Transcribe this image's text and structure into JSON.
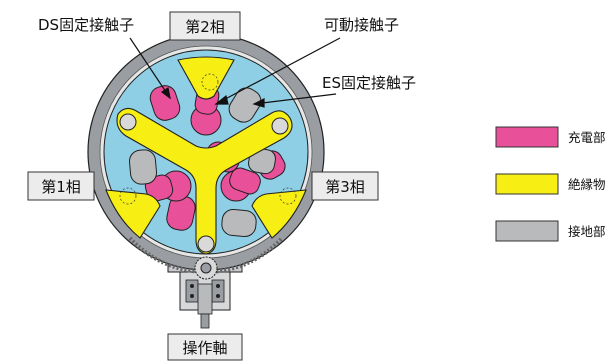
{
  "labels": {
    "ds_fixed_contact": "DS固定接触子",
    "movable_contact": "可動接触子",
    "es_fixed_contact": "ES固定接触子",
    "phase2": "第2相",
    "phase1": "第1相",
    "phase3": "第3相",
    "operating_shaft": "操作軸"
  },
  "legend": [
    {
      "key": "charged",
      "label": "充電部",
      "color": "#e8509a"
    },
    {
      "key": "insulator",
      "label": "絶縁物",
      "color": "#f7ee13"
    },
    {
      "key": "ground",
      "label": "接地部",
      "color": "#b9babc"
    }
  ],
  "colors": {
    "casing": "#9a9ea3",
    "interior": "#8ecfe6",
    "charged": "#e8509a",
    "insulator": "#f7ee13",
    "ground": "#b9babc",
    "outline": "#222222",
    "label_box_bg": "#ececec"
  }
}
